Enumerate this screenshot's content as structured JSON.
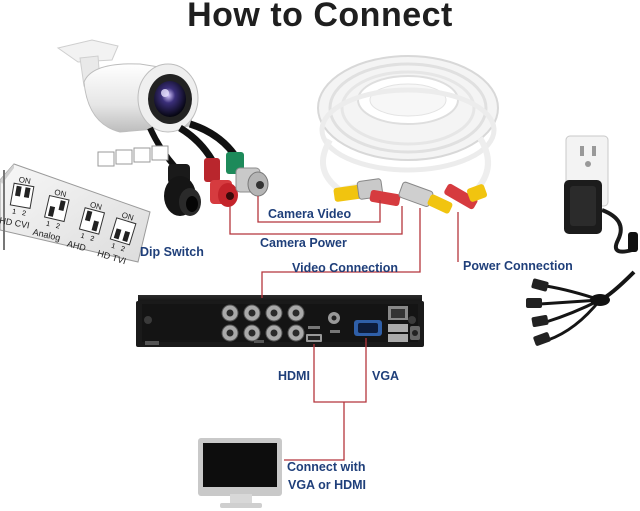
{
  "title": "How to Connect",
  "labels": {
    "camera_video": "Camera Video",
    "camera_power": "Camera Power",
    "video_connection": "Video Connection",
    "power_connection": "Power Connection",
    "dip_switch": "Dip Switch",
    "hdmi": "HDMI",
    "vga": "VGA",
    "connect_line1": "Connect with",
    "connect_line2": "VGA or HDMI"
  },
  "dip_switch": {
    "on_text": "ON",
    "pos1": "1",
    "pos2": "2",
    "modes": [
      "HD CVI",
      "Analog",
      "AHD",
      "HD TVI"
    ]
  },
  "colors": {
    "label_text": "#1f3f7a",
    "connector_line": "#b5353c",
    "title": "#1f1f1f"
  }
}
